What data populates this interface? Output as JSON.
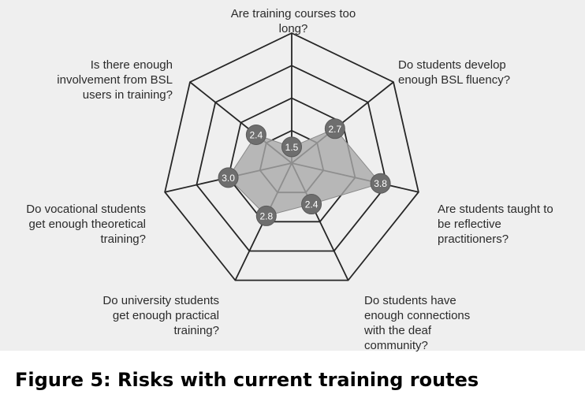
{
  "caption": "Figure 5: Risks with current training routes",
  "chart_data": {
    "type": "radar",
    "title": "",
    "axes": [
      "Are training courses too long?",
      "Do students develop enough BSL fluency?",
      "Are students taught to be reflective practitioners?",
      "Do students have enough connections with the deaf community?",
      "Do university students get enough practical training?",
      "Do vocational students get enough theoretical training?",
      "Is there enough involvement from BSL users in training?"
    ],
    "axis_label_lines": [
      "Are training courses too\nlong?",
      "Do students develop\nenough BSL fluency?",
      "Are students taught to\nbe reflective\npractitioners?",
      "Do students have\nenough connections\nwith the deaf\ncommunity?",
      "Do university students\nget enough practical\ntraining?",
      "Do vocational students\nget enough theoretical\ntraining?",
      "Is there enough\ninvolvement from BSL\nusers in training?"
    ],
    "values": [
      1.5,
      2.7,
      3.8,
      2.4,
      2.8,
      3.0,
      2.4
    ],
    "value_labels": [
      "1.5",
      "2.7",
      "3.8",
      "2.4",
      "2.8",
      "3.0",
      "2.4"
    ],
    "rlim": [
      1,
      5
    ],
    "grid_levels": [
      2,
      3,
      4,
      5
    ],
    "colors": {
      "fill": "#a9a9a9",
      "grid": "#262626",
      "marker": "#6e6e6e",
      "marker_text": "#ffffff"
    }
  }
}
